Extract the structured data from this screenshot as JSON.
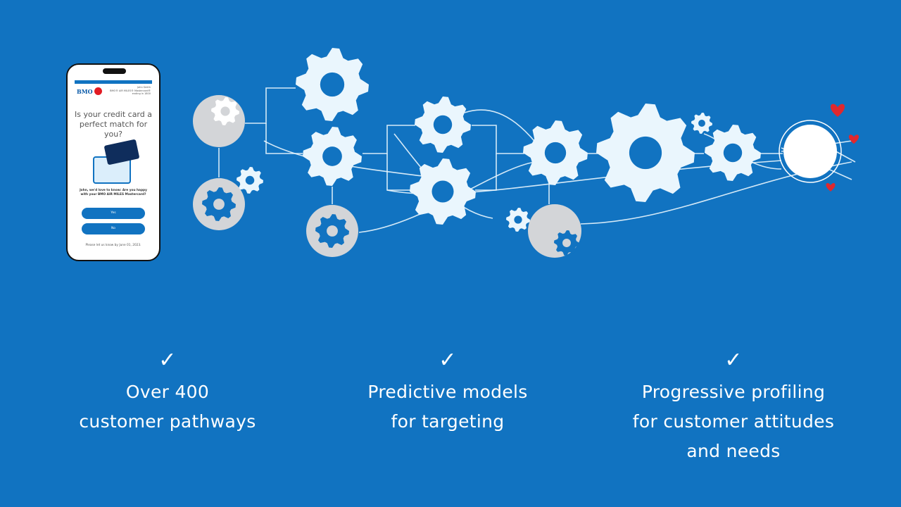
{
  "phone": {
    "brand": "BMO",
    "account_lines": "John Smith\nBMO® AIR MILES® Mastercard®\nending in 1800",
    "question": "Is your credit card a perfect match for you?",
    "prompt": "John, we'd love to know: Are you happy with your BMO AIR MILES Mastercard?",
    "yes_label": "Yes",
    "no_label": "No",
    "note": "Please let us know by June 01, 2023."
  },
  "features": [
    {
      "icon": "check-icon",
      "text": "Over 400\ncustomer pathways"
    },
    {
      "icon": "check-icon",
      "text": "Predictive models\nfor targeting"
    },
    {
      "icon": "check-icon",
      "text": "Progressive profiling\nfor customer attitudes\nand needs"
    }
  ],
  "colors": {
    "background": "#1173c1",
    "gear": "#eaf6fd",
    "node": "#d3d5d8",
    "heart": "#e0282e"
  }
}
